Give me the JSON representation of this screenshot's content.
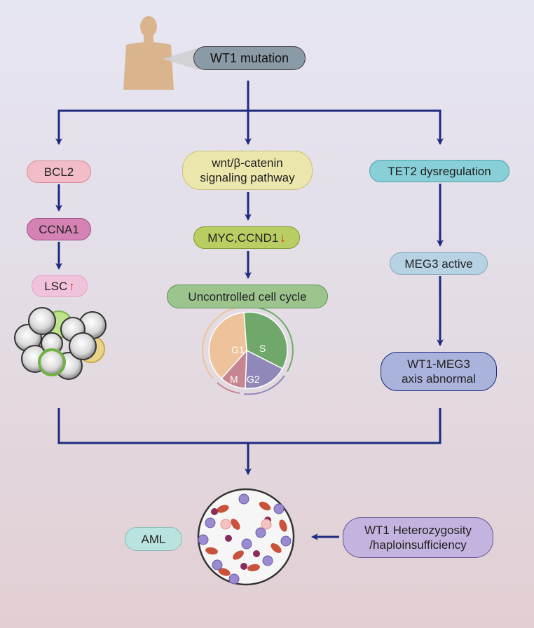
{
  "nodes": {
    "mutation": "WT1 mutation",
    "bcl2": "BCL2",
    "ccna1": "CCNA1",
    "lsc": "LSC",
    "lsc_arrow": "↑",
    "wnt": "wnt/β-catenin\nsignaling pathway",
    "myc": "MYC,CCND1",
    "myc_arrow": "↓",
    "ucc": "Uncontrolled cell cycle",
    "tet2": "TET2 dysregulation",
    "meg3": "MEG3 active",
    "axis": "WT1-MEG3\naxis abnormal",
    "aml": "AML",
    "wt1het": "WT1 Heterozygosity\n/haploinsufficiency"
  },
  "cell_cycle": {
    "g1": "G1",
    "s": "S",
    "g2": "G2",
    "m": "M"
  },
  "colors": {
    "arrow": "#1c2a80",
    "g1": "#eec29b",
    "s": "#6fa86a",
    "g2": "#9088b8",
    "m": "#c78592"
  }
}
